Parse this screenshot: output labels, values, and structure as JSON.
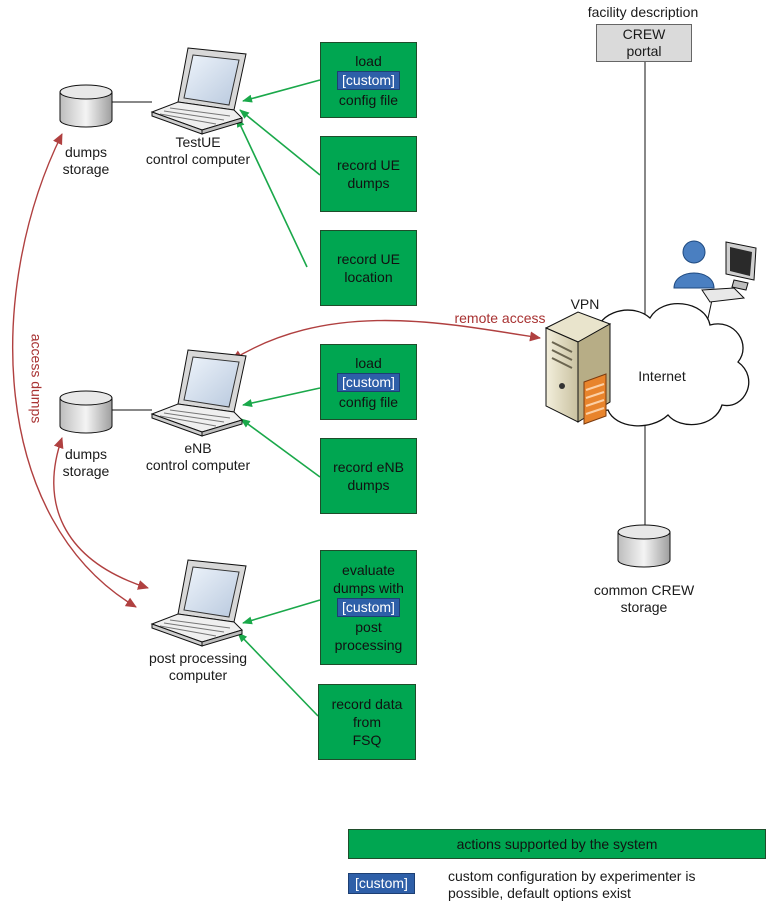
{
  "facility": {
    "title": "facility description",
    "portal": [
      "CREW",
      "portal"
    ]
  },
  "custom_tag": "[custom]",
  "actions": {
    "testue_load": {
      "lines": [
        "load",
        "config file"
      ]
    },
    "testue_dumps": {
      "lines": [
        "record UE",
        "dumps"
      ]
    },
    "testue_location": {
      "lines": [
        "record UE",
        "location"
      ]
    },
    "enb_load": {
      "lines": [
        "load",
        "config file"
      ]
    },
    "enb_dumps": {
      "lines": [
        "record eNB",
        "dumps"
      ]
    },
    "post_eval": {
      "lines": [
        "evaluate",
        "dumps with",
        "post",
        "processing"
      ]
    },
    "post_fsq": {
      "lines": [
        "record data",
        "from",
        "FSQ"
      ]
    }
  },
  "nodes": {
    "testue_computer": [
      "TestUE",
      "control computer"
    ],
    "enb_computer": [
      "eNB",
      "control computer"
    ],
    "post_computer": [
      "post processing",
      "computer"
    ],
    "dumps_storage_1": [
      "dumps",
      "storage"
    ],
    "dumps_storage_2": [
      "dumps",
      "storage"
    ],
    "common_storage": [
      "common CREW",
      "storage"
    ],
    "vpn": "VPN",
    "internet": "Internet"
  },
  "edges": {
    "remote_access": "remote access",
    "access_dumps": "access dumps"
  },
  "legend": {
    "actions": "actions supported by the system",
    "custom_tag": "[custom]",
    "custom_desc": [
      "custom configuration by experimenter is",
      "possible, default options exist"
    ]
  },
  "colors": {
    "action_green": "#00a651",
    "arrow_green": "#1aa84a",
    "arrow_red": "#a83232",
    "custom_blue": "#2e5fa8"
  }
}
